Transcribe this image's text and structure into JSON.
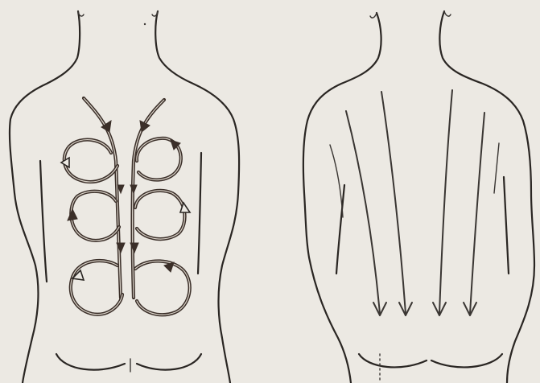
{
  "figures": [
    {
      "id": "left-back",
      "technique": "circular-strokes",
      "circle_rows": 3,
      "circles_per_side": 3,
      "spine_arrows": "downward"
    },
    {
      "id": "right-back",
      "technique": "downward-strokes",
      "stroke_count": 4
    }
  ],
  "colors": {
    "paper": "#ece9e3",
    "line": "#2a2623",
    "stroke_ink": "#3b2f29"
  }
}
